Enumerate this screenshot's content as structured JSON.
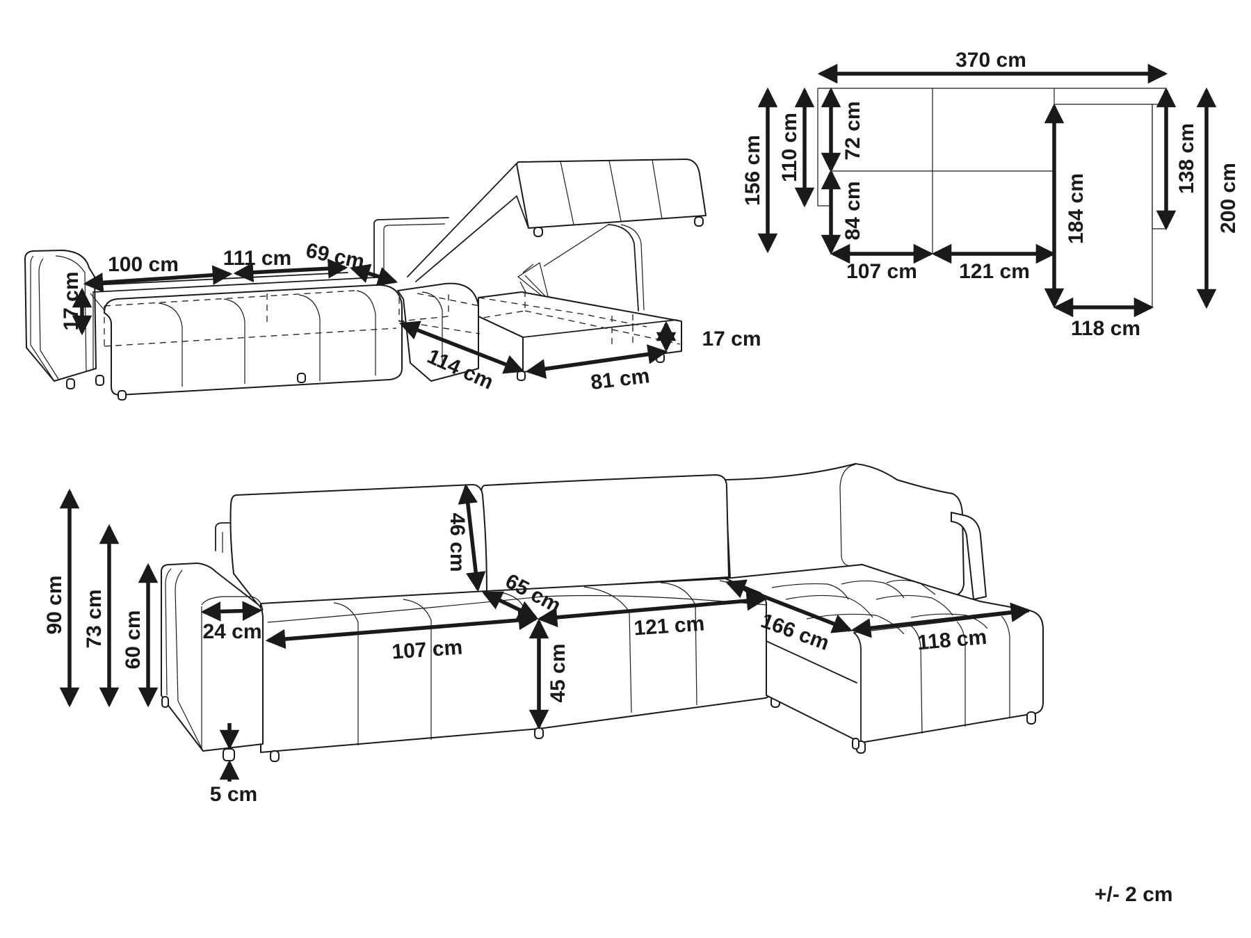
{
  "tolerance_label": "+/- 2 cm",
  "views": {
    "storage_view": {
      "title": "Sofa with open storage chaise",
      "labels": {
        "seat_length_1": "100 cm",
        "seat_length_2": "111 cm",
        "corner_length": "69 cm",
        "storage_depth_left": "17 cm",
        "storage_length": "114 cm",
        "storage_width": "81 cm",
        "storage_depth_right": "17 cm"
      }
    },
    "floor_plan": {
      "title": "Top-down floor plan",
      "labels": {
        "total_width": "370 cm",
        "left_depth_total": "156 cm",
        "left_armrest_depth": "110 cm",
        "back_depth": "72 cm",
        "seat_depth": "84 cm",
        "section_1_width": "107 cm",
        "section_2_width": "121 cm",
        "chaise_length": "184 cm",
        "chaise_width": "118 cm",
        "right_armrest_depth": "138 cm",
        "total_depth": "200 cm"
      }
    },
    "front_view": {
      "title": "Perspective front view",
      "labels": {
        "total_height": "90 cm",
        "back_height": "73 cm",
        "armrest_height": "60 cm",
        "armrest_width": "24 cm",
        "leg_height": "5 cm",
        "cushion_height": "46 cm",
        "seat_depth": "65 cm",
        "seat_height": "45 cm",
        "section_1_width": "107 cm",
        "section_2_width": "121 cm",
        "chaise_length": "166 cm",
        "chaise_width": "118 cm"
      }
    }
  },
  "colors": {
    "line": "#1a1a1a",
    "background": "#ffffff"
  }
}
